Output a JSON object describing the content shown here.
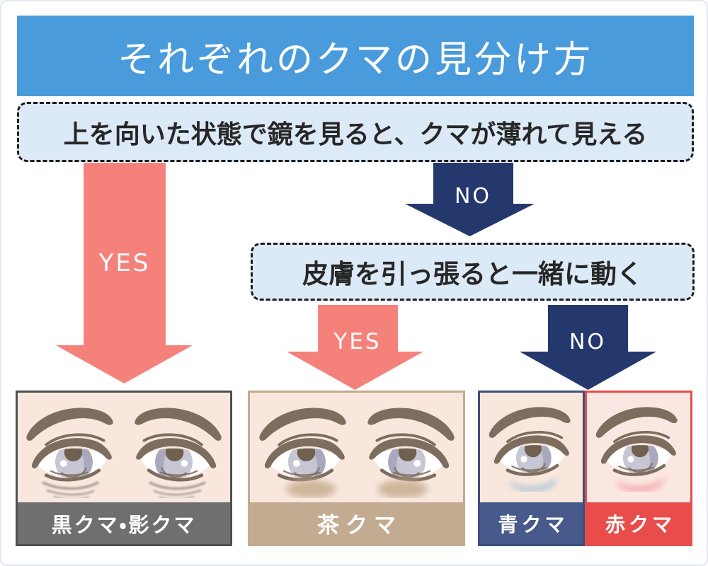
{
  "header": {
    "title": "それぞれのクマの見分け方"
  },
  "flow": {
    "question1": "上を向いた状態で鏡を見ると、クマが薄れて見える",
    "question2": "皮膚を引っ張ると一緒に動く",
    "q1_yes_label": "YES",
    "q1_no_label": "NO",
    "q2_yes_label": "YES",
    "q2_no_label": "NO"
  },
  "results": {
    "black": {
      "label": "黒クマ・影クマ"
    },
    "brown": {
      "label": "茶クマ"
    },
    "blue": {
      "label": "青クマ"
    },
    "red": {
      "label": "赤クマ"
    }
  },
  "colors": {
    "header_bg": "#4a9bdb",
    "question_box_bg": "#dce9f7",
    "yes_arrow": "#f5817b",
    "no_arrow": "#24386d",
    "black_panel_border": "#4f4f4f",
    "black_panel_caption_bg": "#6f6f6f",
    "brown_panel": "#c2ab90",
    "blue_panel_border": "#3c4f7e",
    "blue_panel_caption_bg": "#485a8b",
    "red_panel": "#e84d4b",
    "skin": "#f9e7de"
  }
}
